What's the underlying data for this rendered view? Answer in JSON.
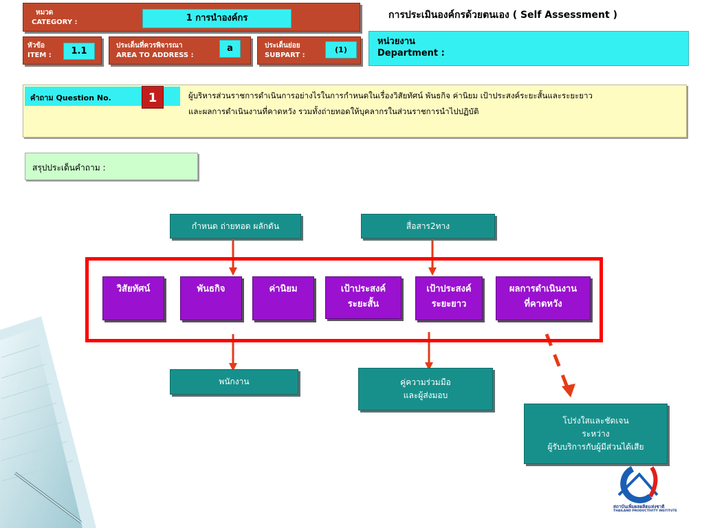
{
  "header": {
    "category": {
      "thai": "หมวด",
      "eng": "CATEGORY :",
      "value": "1 การนำองค์กร"
    },
    "item": {
      "thai": "หัวข้อ",
      "eng": "ITEM :",
      "value": "1.1"
    },
    "area": {
      "thai": "ประเด็นที่ควรพิจารณา",
      "eng": "AREA TO ADDRESS :",
      "value": "a"
    },
    "subpart": {
      "thai": "ประเด็นย่อย",
      "eng": "SUBPART :",
      "value": "(1)"
    },
    "title": "การประเมินองค์กรด้วยตนเอง    ( Self Assessment )",
    "department": {
      "thai": "หน่วยงาน",
      "eng": "Department :"
    }
  },
  "question": {
    "label": "คำถาม  Question  No.",
    "number": "1",
    "line1": "ผู้บริหารส่วนราชการดำเนินการอย่างไรในการกำหนดในเรื่องวิสัยทัศน์ พันธกิจ ค่านิยม เป้าประสงค์ระยะสั้นและระยะยาว",
    "line2": "และผลการดำเนินงานที่คาดหวัง รวมทั้งถ่ายทอดให้บุคลากรในส่วนราชการนำไปปฏิบัติ"
  },
  "summary": {
    "label": "สรุปประเด็นคำถาม :"
  },
  "diagram": {
    "top_left": "กำหนด ถ่ายทอด ผลักดัน",
    "top_right": "สื่อสาร2ทาง",
    "items": {
      "vision": "วิสัยทัศน์",
      "mission": "พันธกิจ",
      "values": "ค่านิยม",
      "short_goal_1": "เป้าประสงค์",
      "short_goal_2": "ระยะสั้น",
      "long_goal_1": "เป้าประสงค์",
      "long_goal_2": "ระยะยาว",
      "results_1": "ผลการดำเนินงาน",
      "results_2": "ที่คาดหวัง"
    },
    "employees": "พนักงาน",
    "partners_1": "คู่ความร่วมมือ",
    "partners_2": "และผู้ส่งมอบ",
    "transparency_1": "โปร่งใสและชัดเจน",
    "transparency_2": "ระหว่าง",
    "transparency_3": "ผู้รับบริการกับผู้มีส่วนได้เสีย"
  },
  "logo": {
    "thai": "สถาบันเพิ่มผลผลิตแห่งชาติ",
    "eng": "THAILAND PRODUCTIVITY INSTITUTE"
  },
  "colors": {
    "header_brown": "#c0472b",
    "cyan": "#35f0f2",
    "teal": "#17908c",
    "purple": "#9a11cf",
    "frame_red": "#ff0000",
    "question_bg": "#fffcc2",
    "summary_bg": "#ccffcc"
  }
}
